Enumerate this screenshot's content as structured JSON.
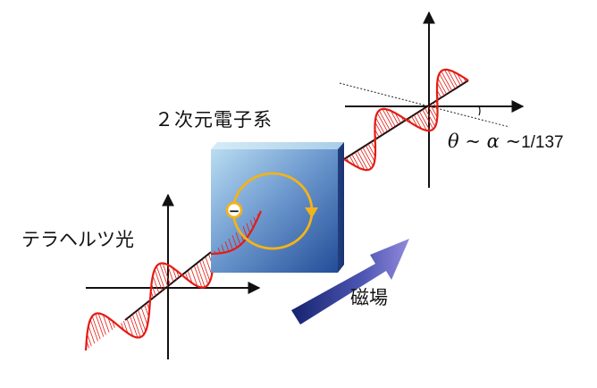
{
  "labels": {
    "two_dim_electron_system": "２次元電子系",
    "terahertz_light": "テラヘルツ光",
    "magnetic_field": "磁場",
    "rotation_angle": {
      "theta": "θ",
      "tilde1": " ~ ",
      "alpha": "α",
      "tilde2": " ~",
      "value": "1/137"
    }
  },
  "icons": {
    "electron": "−"
  },
  "colors": {
    "wave": "#e41b13",
    "orbit": "#f2b31a",
    "field_arrow_start": "#1a2a7a",
    "field_arrow_end": "#8f86d9",
    "sample_light": "#b7dcf0",
    "sample_dark": "#244f99"
  }
}
